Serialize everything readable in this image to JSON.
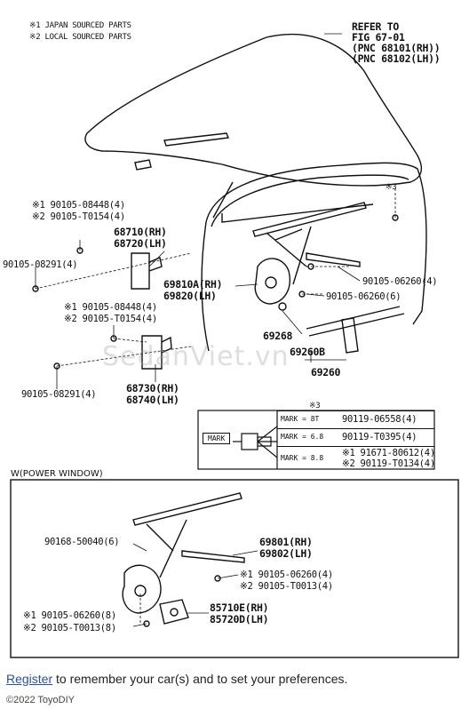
{
  "legend": {
    "line1": "※1 JAPAN SOURCED PARTS",
    "line2": "※2 LOCAL SOURCED PARTS"
  },
  "refer": {
    "line1": "REFER TO",
    "line2": "FIG 67-01",
    "line3": "(PNC 68101(RH))",
    "line4": "(PNC 68102(LH))"
  },
  "labels": {
    "star3_top": "※3",
    "p_08448_upper": "※1 90105-08448(4)",
    "p_t0154_upper": "※2 90105-T0154(4)",
    "p_68710": "68710(RH)",
    "p_68720": "68720(LH)",
    "p_08291_upper": "90105-08291(4)",
    "p_69810a": "69810A(RH)",
    "p_69820": "69820(LH)",
    "p_08448_lower": "※1 90105-08448(4)",
    "p_t0154_lower": "※2 90105-T0154(4)",
    "p_06260_4": "90105-06260(4)",
    "p_06260_6": "90105-06260(6)",
    "p_69268": "69268",
    "p_69260b": "69260B",
    "p_69260": "69260",
    "p_08291_lower": "90105-08291(4)",
    "p_68730": "68730(RH)",
    "p_68740": "68740(LH)",
    "star3_table": "※3"
  },
  "mark_table": {
    "tag": "MARK",
    "rows": [
      {
        "mark": "MARK = 8T",
        "part": "90119-06558(4)"
      },
      {
        "mark": "MARK = 6.8",
        "part": "90119-T0395(4)"
      },
      {
        "mark": "MARK = 8.8",
        "part": "※1 91671-80612(4)",
        "part2": "※2 90119-T0134(4)"
      }
    ]
  },
  "power_window": {
    "title": "W(POWER WINDOW)",
    "p_50040": "90168-50040(6)",
    "p_69801": "69801(RH)",
    "p_69802": "69802(LH)",
    "p_06260_4": "※1 90105-06260(4)",
    "p_t0013_4": "※2 90105-T0013(4)",
    "p_06260_8": "※1 90105-06260(8)",
    "p_t0013_8": "※2 90105-T0013(8)",
    "p_85710e": "85710E(RH)",
    "p_85720d": "85720D(LH)"
  },
  "watermark": "SedanViet.vn",
  "footer": {
    "link": "Register",
    "text": " to remember your car(s) and to set your preferences.",
    "copyright": "©2022 ToyoDIY"
  }
}
